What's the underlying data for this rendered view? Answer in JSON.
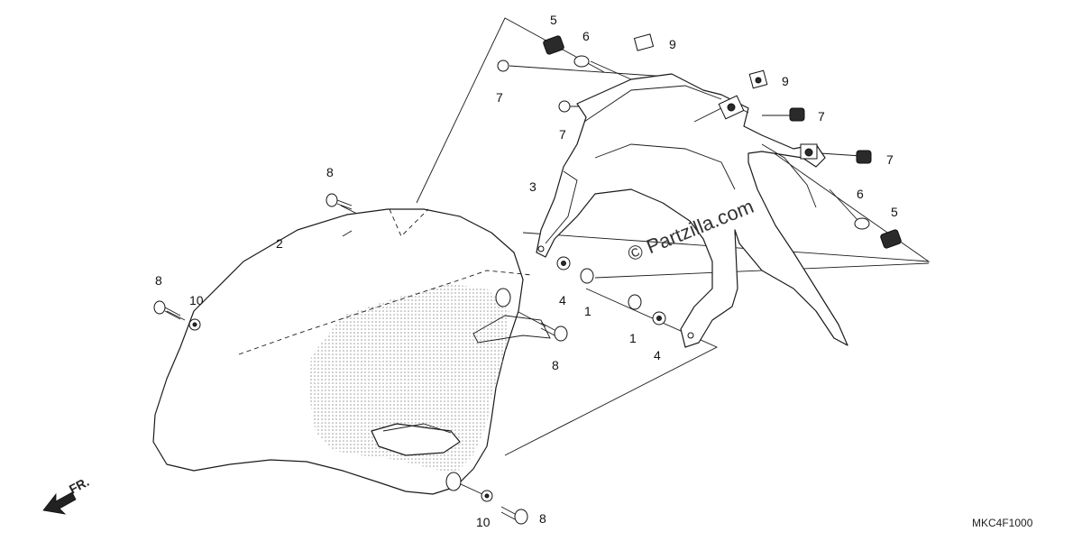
{
  "diagram": {
    "watermark": "© Partzilla.com",
    "diagram_code": "MKC4F1000",
    "direction_label": "FR.",
    "callouts": {
      "c1a": "1",
      "c1b": "1",
      "c2": "2",
      "c3": "3",
      "c4a": "4",
      "c4b": "4",
      "c5a": "5",
      "c5b": "5",
      "c6a": "6",
      "c6b": "6",
      "c7a": "7",
      "c7b": "7",
      "c7c": "7",
      "c7d": "7",
      "c8a": "8",
      "c8b": "8",
      "c8c": "8",
      "c8d": "8",
      "c9a": "9",
      "c9b": "9",
      "c10a": "10",
      "c10b": "10"
    }
  }
}
